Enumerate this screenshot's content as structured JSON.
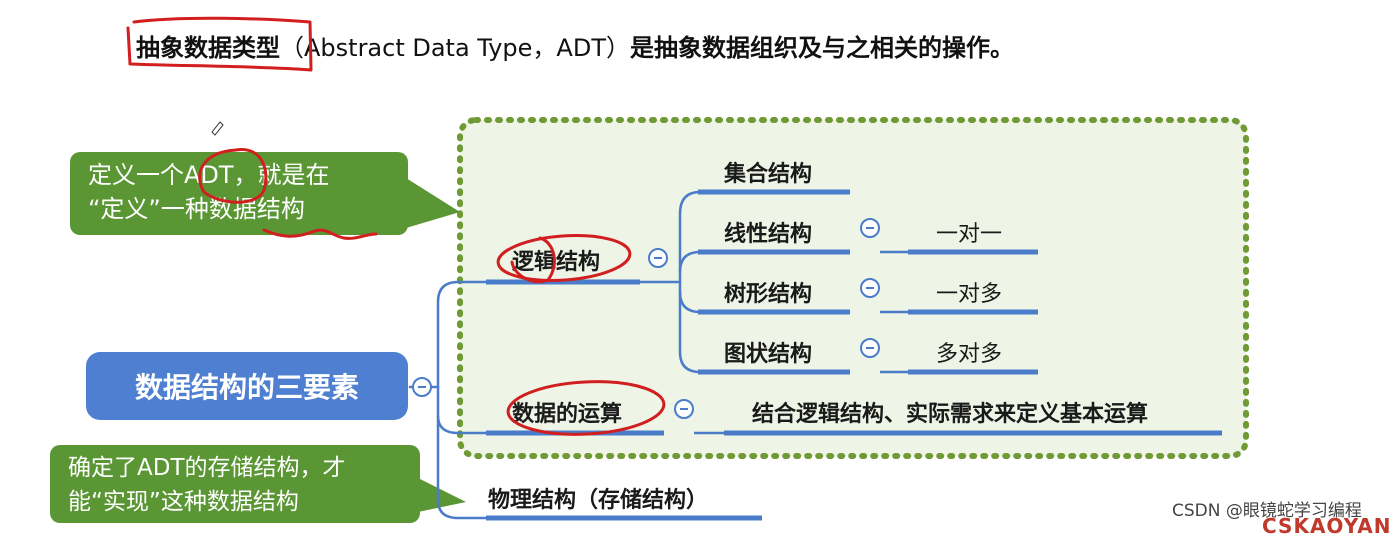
{
  "heading": {
    "term": "抽象数据类型",
    "paren": "（Abstract Data Type，ADT）",
    "rest": "是抽象数据组织及与之相关的操作。"
  },
  "callouts": {
    "top": {
      "line1": "定义一个ADT，就是在",
      "line2": "“定义”一种数据结构"
    },
    "bottom": {
      "line1": "确定了ADT的存储结构，才",
      "line2": "能“实现”这种数据结构"
    }
  },
  "root": {
    "label": "数据结构的三要素"
  },
  "branches": {
    "logical": {
      "label": "逻辑结构",
      "children": [
        {
          "label": "集合结构",
          "detail": ""
        },
        {
          "label": "线性结构",
          "detail": "一对一"
        },
        {
          "label": "树形结构",
          "detail": "一对多"
        },
        {
          "label": "图状结构",
          "detail": "多对多"
        }
      ]
    },
    "operation": {
      "label": "数据的运算",
      "detail": "结合逻辑结构、实际需求来定义基本运算"
    },
    "physical": {
      "label": "物理结构（存储结构）"
    }
  },
  "watermark": "CSDN @眼镜蛇学习编程",
  "brand": "CSKAOYAN",
  "colors": {
    "callout_green": "#5a9634",
    "root_blue": "#4e7fd0",
    "connector_blue": "#4b7cc9",
    "dotted_green": "#6f9a34",
    "panel_fill": "#eef4e6",
    "annotation_red": "#d11f1f"
  }
}
